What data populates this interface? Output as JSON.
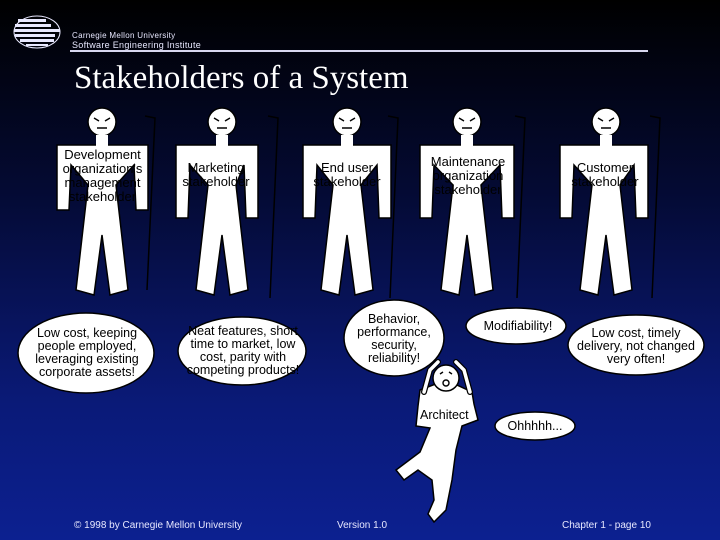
{
  "header": {
    "university": "Carnegie Mellon University",
    "institute": "Software Engineering Institute"
  },
  "title": "Stakeholders of a System",
  "stakeholders": [
    {
      "label": "Development organization's management stakeholder",
      "concern": "Low cost, keeping people employed, leveraging existing corporate assets!"
    },
    {
      "label": "Marketing stakeholder",
      "concern": "Neat features, short time to market, low cost, parity with competing products!"
    },
    {
      "label": "End user stakeholder",
      "concern": "Behavior, performance, security, reliability!"
    },
    {
      "label": "Maintenance organization stakeholder",
      "concern": "Modifiability!"
    },
    {
      "label": "Customer stakeholder",
      "concern": "Low cost, timely delivery, not changed very often!"
    }
  ],
  "architect": {
    "label": "Architect",
    "exclamation": "Ohhhhh..."
  },
  "footer": {
    "copyright": "© 1998 by Carnegie Mellon University",
    "version": "Version 1.0",
    "page": "Chapter  1  - page 10"
  },
  "colors": {
    "figure_fill": "#ffffff",
    "background_top": "#000000",
    "background_bottom": "#0c2090"
  }
}
